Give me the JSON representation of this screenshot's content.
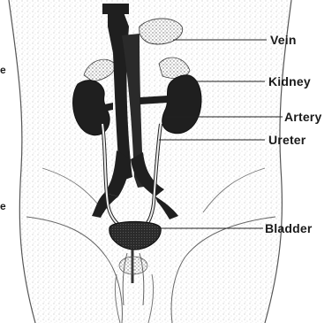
{
  "labels": {
    "vein": "Vein",
    "kidney": "Kidney",
    "artery": "Artery",
    "ureter": "Ureter",
    "bladder": "Bladder"
  },
  "edge_letters": {
    "top": "e",
    "bottom": "e"
  },
  "colors": {
    "organ_fill": "#1f1f1f",
    "body_stipple": "#9a9a9a",
    "outline": "#3a3a3a",
    "background": "#ffffff"
  }
}
